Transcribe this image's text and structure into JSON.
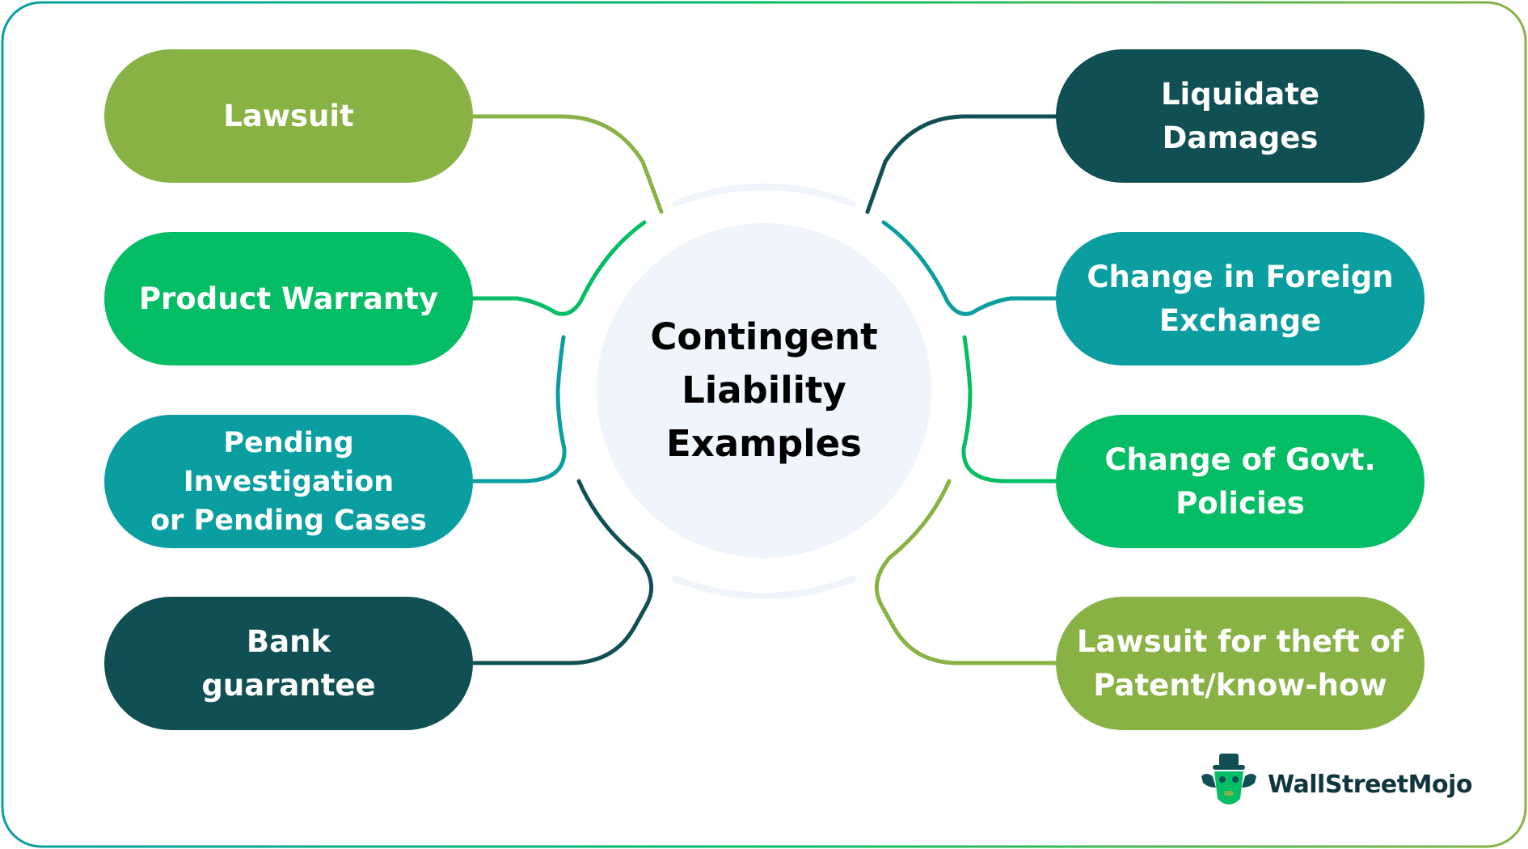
{
  "center": {
    "title": "Contingent\nLiability\nExamples"
  },
  "left_items": [
    {
      "label": "Lawsuit",
      "color": "#88b243"
    },
    {
      "label": "Product Warranty",
      "color": "#05bd64"
    },
    {
      "label": "Pending Investigation\nor Pending Cases",
      "color": "#0a9ea1"
    },
    {
      "label": "Bank\nguarantee",
      "color": "#104f53"
    }
  ],
  "right_items": [
    {
      "label": "Liquidate\nDamages",
      "color": "#104f53"
    },
    {
      "label": "Change in Foreign\nExchange",
      "color": "#0a9ea1"
    },
    {
      "label": "Change of Govt.\nPolicies",
      "color": "#05bd64"
    },
    {
      "label": "Lawsuit for theft of\nPatent/know-how",
      "color": "#88b243"
    }
  ],
  "colors": {
    "border_gradient_start": "#0a9ea1",
    "border_gradient_end": "#88b243",
    "center_fill": "#f0f4fb"
  },
  "brand": {
    "name": "WallStreetMojo",
    "icon": "wallstreetmojo-mascot-icon"
  }
}
